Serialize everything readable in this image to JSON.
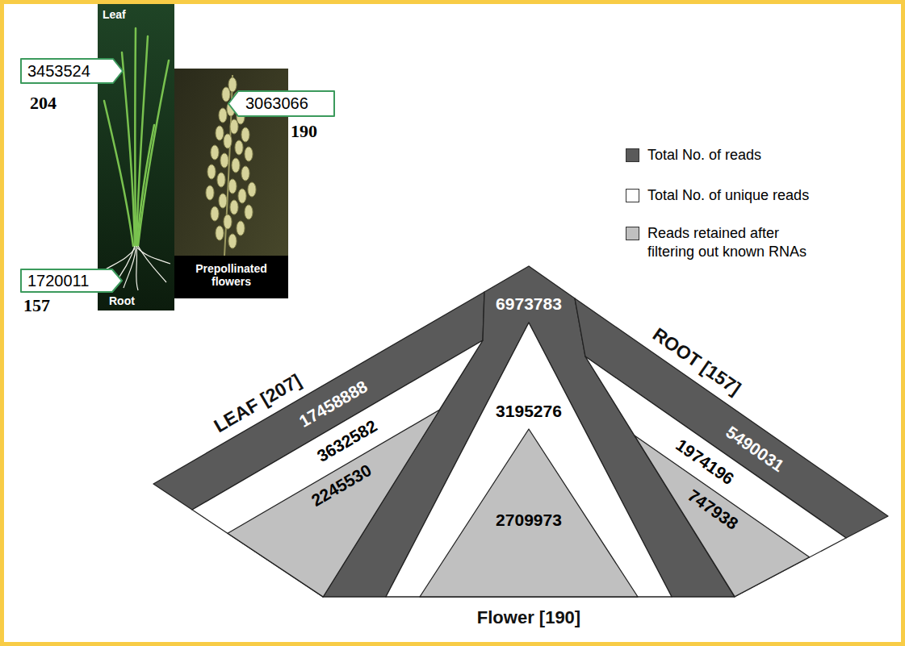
{
  "diagram": {
    "nodes": [
      {
        "text": [
          "Leaf",
          "Root"
        ]
      },
      {
        "text": [
          "3453524",
          "204"
        ]
      },
      {
        "text": [
          "Prepollinated flowers"
        ]
      },
      {
        "text": [
          "3063066",
          "190"
        ]
      },
      {
        "text": [
          "1720011",
          "157"
        ]
      },
      {
        "text": [
          "17458888"
        ]
      },
      {
        "text": [
          "6973783"
        ]
      },
      {
        "text": [
          "5490031"
        ]
      },
      {
        "text": [
          "3632582"
        ]
      },
      {
        "text": [
          "2245530"
        ],
        "in": 8
      },
      {
        "text": [
          "3195276"
        ]
      },
      {
        "text": [
          "2709973"
        ],
        "in": 10
      },
      {
        "text": [
          "1974196"
        ]
      },
      {
        "text": [
          "747938"
        ],
        "in": 12
      }
    ],
    "labels": [
      "LEAF [207]",
      "ROOT [157]",
      "Flower [190]"
    ],
    "legend": [
      {
        "text": "Total No. of reads",
        "color": "#5a5a5a"
      },
      {
        "text": "Total No. of unique reads",
        "color": "#ffffff"
      },
      {
        "text": "Reads retained after filtering out known RNAs",
        "color": "#c0c0c0"
      }
    ]
  }
}
